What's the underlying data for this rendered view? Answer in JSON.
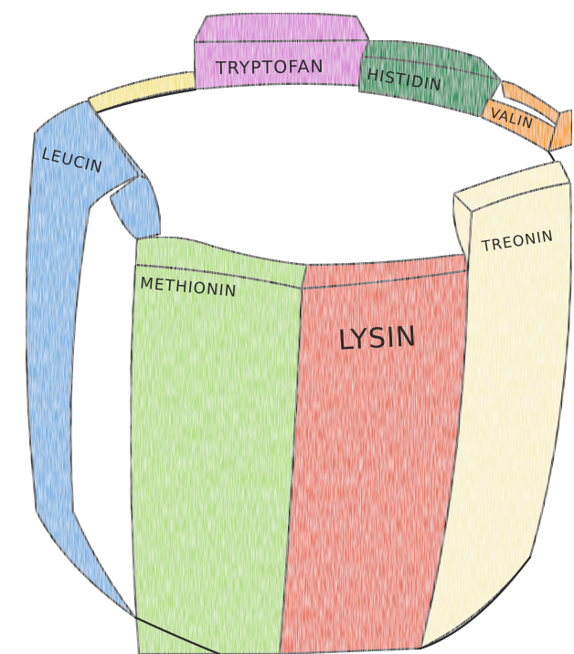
{
  "staves": [
    {
      "label": "TRYPTOFAN",
      "color": "#d98bd6"
    },
    {
      "label": "HISTIDIN",
      "color": "#2f8f5a"
    },
    {
      "label": "VALIN",
      "color": "#f2a13a"
    },
    {
      "label": "LEUCIN",
      "color": "#7fb3e3"
    },
    {
      "label": "METHIONIN",
      "color": "#b5dd86"
    },
    {
      "label": "LYSIN",
      "color": "#e77b6a"
    },
    {
      "label": "TREONIN",
      "color": "#f7f0c8"
    },
    {
      "label": "",
      "color": "#f3e58a"
    }
  ]
}
